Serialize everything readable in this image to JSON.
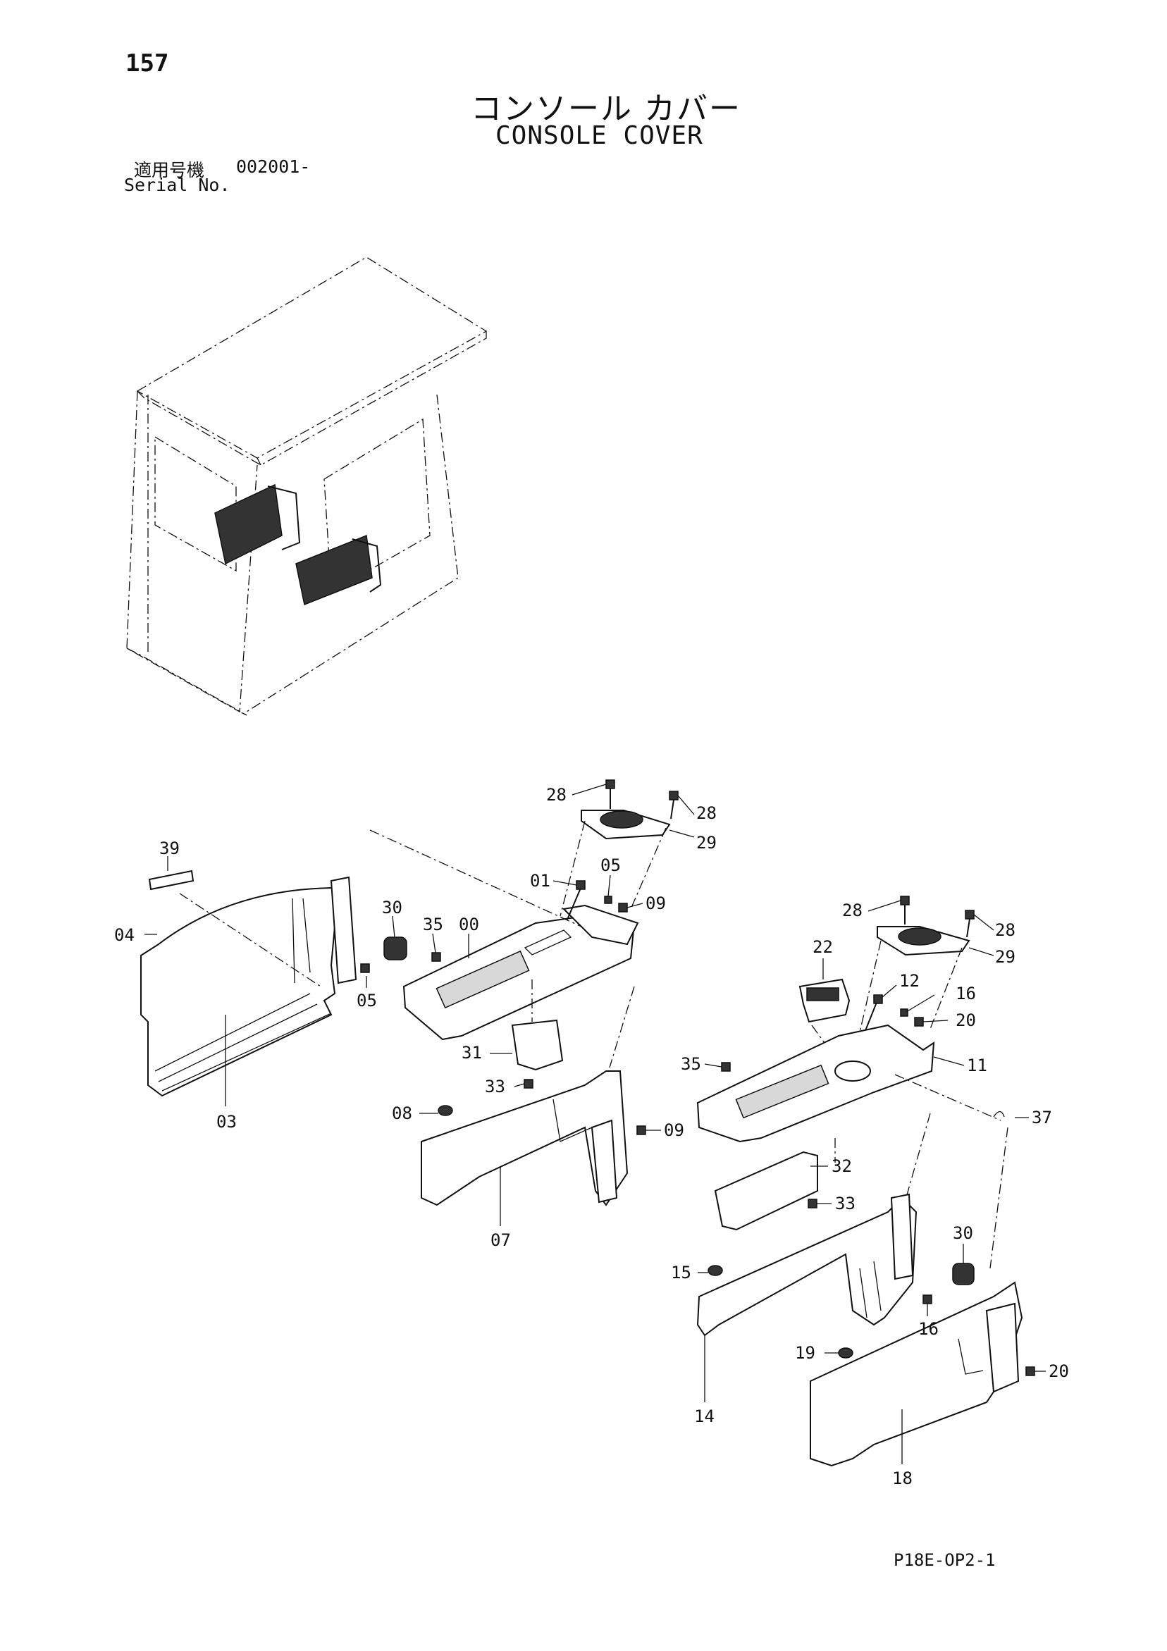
{
  "page": {
    "number": "157",
    "title_ja": "コンソール カバー",
    "title_en": "CONSOLE COVER",
    "serial_label_ja": "適用号機",
    "serial_value": "002001-",
    "serial_label_en": "Serial No.",
    "drawing_code": "P18E-OP2-1"
  },
  "part_labels": {
    "p00": "00",
    "p01": "01",
    "p03": "03",
    "p04": "04",
    "p05a": "05",
    "p05b": "05",
    "p07": "07",
    "p08": "08",
    "p09a": "09",
    "p09b": "09",
    "p11": "11",
    "p12": "12",
    "p14": "14",
    "p15": "15",
    "p16a": "16",
    "p16b": "16",
    "p18": "18",
    "p19": "19",
    "p20a": "20",
    "p20b": "20",
    "p22": "22",
    "p28a": "28",
    "p28b": "28",
    "p28c": "28",
    "p28d": "28",
    "p29a": "29",
    "p29b": "29",
    "p30a": "30",
    "p30b": "30",
    "p31": "31",
    "p32": "32",
    "p33a": "33",
    "p33b": "33",
    "p35a": "35",
    "p35b": "35",
    "p37": "37",
    "p39": "39"
  }
}
